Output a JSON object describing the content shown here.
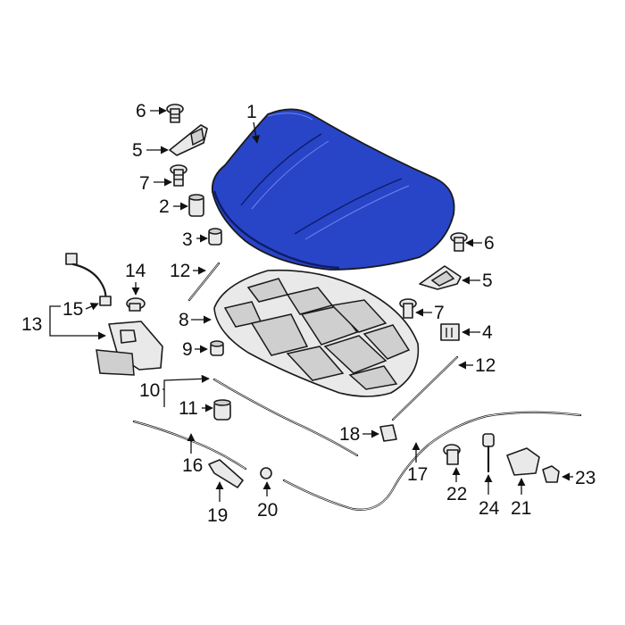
{
  "diagram": {
    "highlight_color": "#2845c8",
    "highlighted_part": "1",
    "callouts": [
      "1",
      "2",
      "3",
      "4",
      "5",
      "5",
      "6",
      "6",
      "7",
      "7",
      "8",
      "9",
      "10",
      "11",
      "12",
      "12",
      "13",
      "14",
      "15",
      "16",
      "17",
      "18",
      "19",
      "20",
      "21",
      "22",
      "23",
      "24"
    ]
  }
}
